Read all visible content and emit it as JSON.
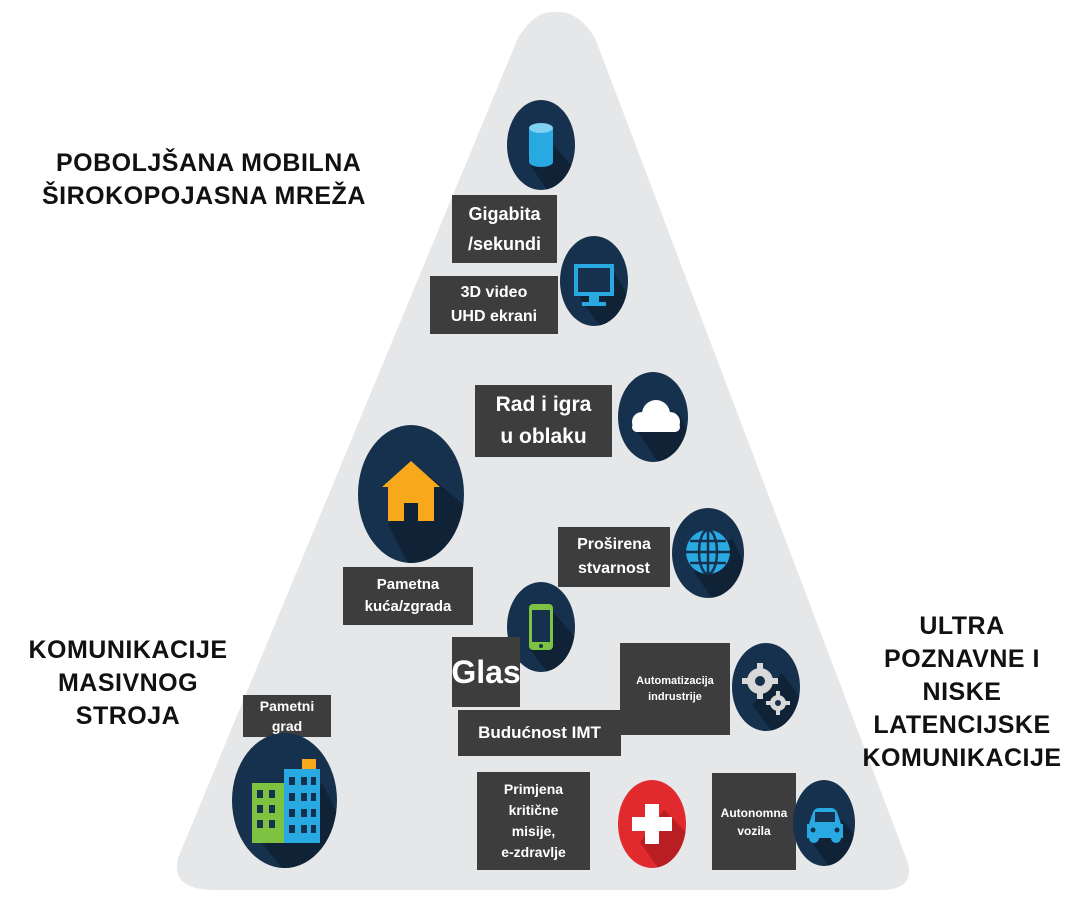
{
  "corners": {
    "top_left": [
      "POBOLJŠANA MOBILNA",
      "ŠIROKOPOJASNA MREŽA"
    ],
    "bottom_left": [
      "KOMUNIKACIJE",
      "MASIVNOG",
      "STROJA"
    ],
    "bottom_right": [
      "ULTRA",
      "POZNAVNE I",
      "NISKE",
      "LATENCIJSKE",
      "KOMUNIKACIJE"
    ]
  },
  "labels": {
    "gigabit": [
      "Gigabita",
      "/sekundi"
    ],
    "video": [
      "3D video",
      "UHD ekrani"
    ],
    "cloud": [
      "Rad i igra",
      "u oblaku"
    ],
    "ar": [
      "Proširena",
      "stvarnost"
    ],
    "home": [
      "Pametna",
      "kuća/zgrada"
    ],
    "voice": [
      "Glas"
    ],
    "industry": [
      "Automatizacija",
      "indrustrije"
    ],
    "future": [
      "Budućnost IMT"
    ],
    "city": [
      "Pametni",
      "grad"
    ],
    "health": [
      "Primjena",
      "kritične",
      "misije,",
      "e-zdravlje"
    ],
    "vehicles": [
      "Autonomna",
      "vozila"
    ]
  },
  "icons": {
    "database": "database-icon",
    "monitor": "monitor-icon",
    "cloud": "cloud-icon",
    "globe": "globe-icon",
    "house": "house-icon",
    "phone": "smartphone-icon",
    "gears": "gears-icon",
    "buildings": "buildings-icon",
    "medical": "medical-cross-icon",
    "car": "car-icon"
  },
  "colors": {
    "background": "#ffffff",
    "pyramid": "#e6e7e9",
    "icon_circle": "#16314d",
    "icon_accent": "#29a9e1",
    "house": "#f7a81b",
    "medical_red": "#e02a2e",
    "label_box": "#3d3d3d",
    "label_text": "#ffffff",
    "heading_text": "#111111"
  }
}
